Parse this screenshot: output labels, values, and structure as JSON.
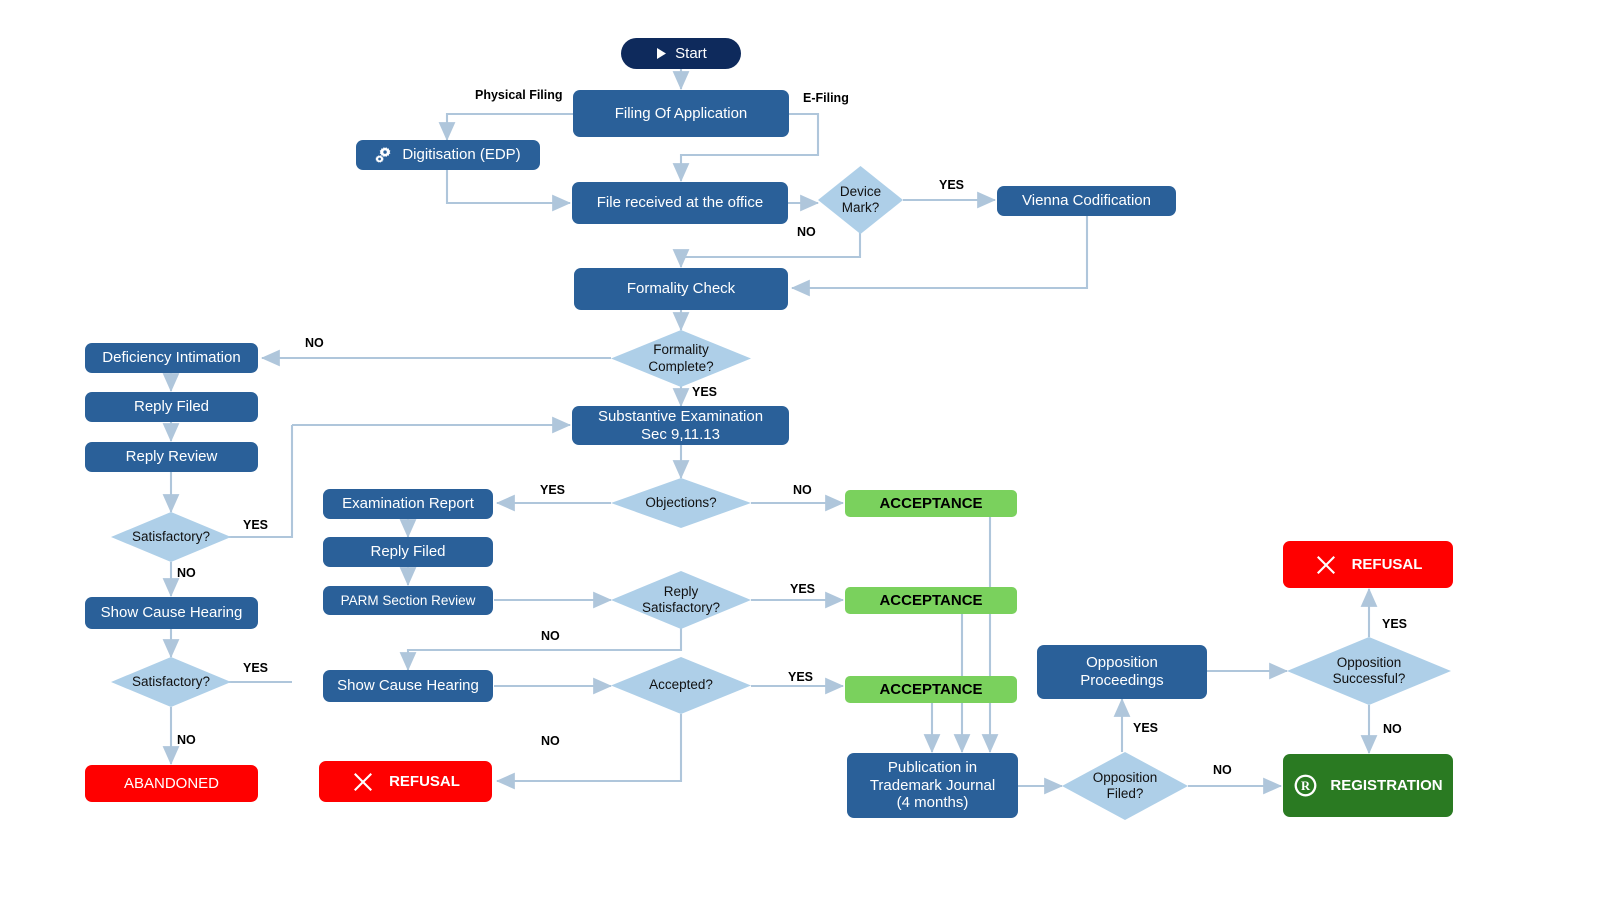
{
  "title": "Trademark Registration Process Flowchart",
  "colors": {
    "process_blue": "#2A6099",
    "start_navy": "#0E2A5C",
    "diamond_blue": "#AECFE8",
    "acceptance_green": "#7AD15D",
    "refusal_red": "#FF0000",
    "registration_green": "#2A7A22",
    "connector": "#AFC6DB"
  },
  "nodes": {
    "start": "Start",
    "filing_of_application": "Filing Of Application",
    "digitisation": "Digitisation (EDP)",
    "file_received": "File received at the office",
    "device_mark": "Device Mark?",
    "vienna_codification": "Vienna Codification",
    "formality_check": "Formality Check",
    "formality_complete": "Formality Complete?",
    "deficiency_intimation": "Deficiency Intimation",
    "reply_filed_left": "Reply Filed",
    "reply_review": "Reply Review",
    "satisfactory_1": "Satisfactory?",
    "show_cause_hearing_left": "Show Cause Hearing",
    "satisfactory_2": "Satisfactory?",
    "abandoned": "ABANDONED",
    "substantive_examination": "Substantive Examination\nSec 9,11.13",
    "substantive_examination_l1": "Substantive Examination",
    "substantive_examination_l2": "Sec 9,11.13",
    "objections": "Objections?",
    "examination_report": "Examination Report",
    "reply_filed_mid": "Reply Filed",
    "parm_section_review": "PARM Section Review",
    "reply_satisfactory": "Reply Satisfactory?",
    "reply_satisfactory_l1": "Reply",
    "reply_satisfactory_l2": "Satisfactory?",
    "show_cause_hearing_mid": "Show Cause Hearing",
    "accepted": "Accepted?",
    "refusal_mid": "REFUSAL",
    "acceptance_1": "ACCEPTANCE",
    "acceptance_2": "ACCEPTANCE",
    "acceptance_3": "ACCEPTANCE",
    "publication": "Publication in Trademark Journal (4 months)",
    "publication_l1": "Publication in",
    "publication_l2": "Trademark Journal",
    "publication_l3": "(4 months)",
    "opposition_filed": "Opposition Filed?",
    "opposition_filed_l1": "Opposition",
    "opposition_filed_l2": "Filed?",
    "opposition_proceedings": "Opposition Proceedings",
    "opposition_proceedings_l1": "Opposition",
    "opposition_proceedings_l2": "Proceedings",
    "opposition_successful": "Opposition Successful?",
    "opposition_successful_l1": "Opposition",
    "opposition_successful_l2": "Successful?",
    "refusal_right": "REFUSAL",
    "registration": "REGISTRATION",
    "device_mark_l1": "Device",
    "device_mark_l2": "Mark?",
    "formality_complete_l1": "Formality",
    "formality_complete_l2": "Complete?"
  },
  "edge_labels": {
    "physical_filing": "Physical Filing",
    "e_filing": "E-Filing",
    "device_yes": "YES",
    "device_no": "NO",
    "formality_no": "NO",
    "formality_yes": "YES",
    "satisfactory1_yes": "YES",
    "satisfactory1_no": "NO",
    "satisfactory2_yes": "YES",
    "satisfactory2_no": "NO",
    "objections_yes": "YES",
    "objections_no": "NO",
    "reply_sat_yes": "YES",
    "reply_sat_no": "NO",
    "accepted_yes": "YES",
    "accepted_no": "NO",
    "opposition_filed_yes": "YES",
    "opposition_filed_no": "NO",
    "opposition_success_yes": "YES",
    "opposition_success_no": "NO"
  },
  "icons": {
    "start": "play-icon",
    "digitisation": "gears-icon",
    "refusal": "x-cross-icon",
    "registration": "registered-trademark-icon"
  }
}
